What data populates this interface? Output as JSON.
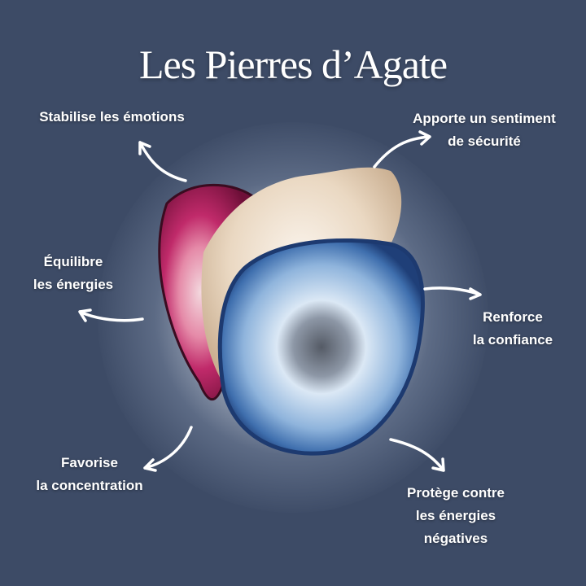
{
  "title": "Les Pierres d’Agate",
  "benefits": [
    {
      "line1": "Stabilise les émotions",
      "line2": ""
    },
    {
      "line1": "Apporte un sentiment",
      "line2": "de sécurité"
    },
    {
      "line1": "Équilibre",
      "line2": "les énergies"
    },
    {
      "line1": "Renforce",
      "line2": "la confiance"
    },
    {
      "line1": "Favorise",
      "line2": "la concentration"
    },
    {
      "line1": "Protège contre",
      "line2": "les énergies",
      "line3": "négatives"
    }
  ],
  "colors": {
    "background": "#3d4b66",
    "pink_agate": "#b0205f",
    "blue_agate": "#3a6aa8",
    "quartz": "#e8d6c2"
  }
}
